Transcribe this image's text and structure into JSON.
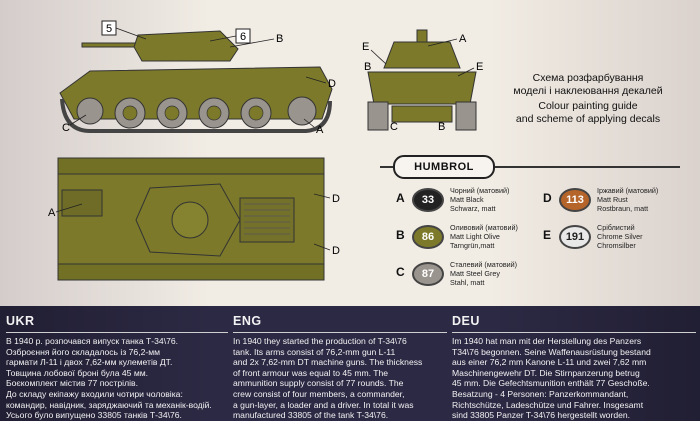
{
  "guide": {
    "title_ukr_1": "Схема розфарбування",
    "title_ukr_2": "моделі і наклеювання декалей",
    "title_eng_1": "Colour painting guide",
    "title_eng_2": "and scheme of applying decals"
  },
  "brand": "HUMBROL",
  "callouts": {
    "five": "5",
    "six": "6",
    "a": "A",
    "b": "B",
    "c": "C",
    "d": "D",
    "e": "E"
  },
  "colors": [
    {
      "key": "A",
      "code": "33",
      "swatch": "#222222",
      "text_color": "#ffffff",
      "names": [
        "Чорний (матовий)",
        "Matt Black",
        "Schwarz, matt"
      ]
    },
    {
      "key": "B",
      "code": "86",
      "swatch": "#7c7a2a",
      "text_color": "#ffffff",
      "names": [
        "Оливовий (матовий)",
        "Matt Light Olive",
        "Tarngrün,matt"
      ]
    },
    {
      "key": "C",
      "code": "87",
      "swatch": "#9a948e",
      "text_color": "#ffffff",
      "names": [
        "Сталевий (матовий)",
        "Matt Steel Grey",
        "Stahl, matt"
      ]
    },
    {
      "key": "D",
      "code": "113",
      "swatch": "#b5642a",
      "text_color": "#ffffff",
      "names": [
        "Іржавий (матовий)",
        "Matt Rust",
        "Rostbraun, matt"
      ]
    },
    {
      "key": "E",
      "code": "191",
      "swatch": "#e8e8e8",
      "text_color": "#222222",
      "names": [
        "Сріблистий",
        "Chrome Silver",
        "Chromsilber"
      ]
    }
  ],
  "sections": {
    "ukr": {
      "heading": "UKR",
      "text": "В 1940 р. розпочався випуск танка Т-34\\76.\nОзброєння його складалось із 76,2-мм\nгармати Л-11 і двох 7,62-мм кулеметів ДТ.\nТовщина лобової броні була 45 мм.\nБоєкомплект містив 77 пострілів.\nДо складу екіпажу входили чотири чоловіка:\nкомандир, навідник, заряджаючий та механік-водій.\nУсього було випущено 33805 танків Т-34\\76."
    },
    "eng": {
      "heading": "ENG",
      "text": "In 1940 they started the production of T-34\\76\ntank. Its arms consist of 76,2-mm gun L-11\nand 2x 7,62-mm DT machine guns. The thickness\nof front armour  was equal to 45 mm. The\nammunition supply consist of 77 rounds. The\ncrew consist of four members, a commander,\na gun-layer, a loader and a driver. In total it was\nmanufactured 33805 of the tank T-34\\76."
    },
    "deu": {
      "heading": "DEU",
      "text": "Im 1940 hat man mit der Herstellung des Panzers\nT34\\76 begonnen. Seine Waffenausrüstung bestand\naus einer 76,2 mm Kanone L-11 und zwei 7,62 mm\nMaschinengewehr DT. Die Stirnpanzerung betrug\n45 mm. Die Gefechtsmunition enthält 77 Geschoße.\nBesatzung - 4 Personen: Panzerkommandant,\nRichtschütze, Ladeschütze und Fahrer. Insgesamt\nsind 33805 Panzer T-34\\76 hergestellt worden."
    }
  }
}
